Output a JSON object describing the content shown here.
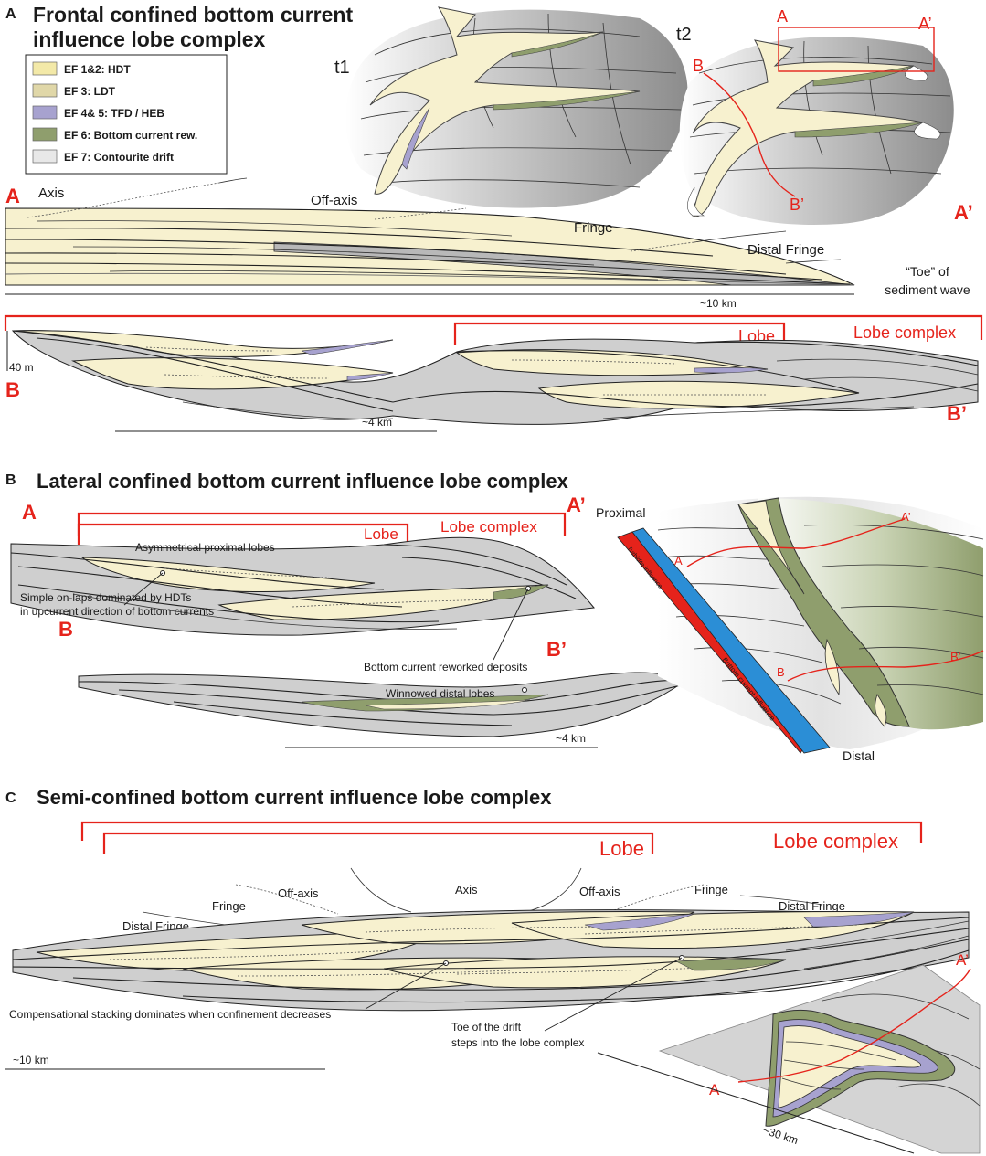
{
  "colors": {
    "ef12": "#f3e9a8",
    "ef3": "#e0d7a8",
    "ef45": "#a7a2cf",
    "ef6": "#8f9e6d",
    "ef7": "#e8e8e8",
    "red": "#e5231b",
    "blue": "#2b8ed6",
    "grey": "#c8c8c8",
    "darkgrey": "#9a9a9a",
    "sand": "#f7f1cf"
  },
  "panelA": {
    "letter": "A",
    "title_line1": "Frontal confined bottom current",
    "title_line2": "influence lobe complex",
    "t1": "t1",
    "t2": "t2",
    "legend": [
      {
        "label": "EF 1&2: HDT",
        "color": "#f3e9a8"
      },
      {
        "label": "EF 3: LDT",
        "color": "#e0d7a8"
      },
      {
        "label": "EF 4& 5: TFD / HEB",
        "color": "#a7a2cf"
      },
      {
        "label": "EF 6: Bottom current rew.",
        "color": "#8f9e6d"
      },
      {
        "label": "EF 7: Contourite drift",
        "color": "#e8e8e8"
      }
    ],
    "map_A": "A",
    "map_A_prime": "A’",
    "map_B": "B",
    "map_B_prime": "B’",
    "section_A": "A",
    "section_A_prime": "A’",
    "axis": "Axis",
    "off_axis": "Off-axis",
    "fringe": "Fringe",
    "distal_fringe": "Distal Fringe",
    "toe_line1": "“Toe” of",
    "toe_line2": "sediment wave",
    "scale_10km": "~10 km",
    "lobe": "Lobe",
    "lobe_complex": "Lobe complex",
    "vscale": "40 m",
    "section_B": "B",
    "section_B_prime": "B’",
    "scale_4km": "~4 km"
  },
  "panelB": {
    "letter": "B",
    "title": "Lateral confined bottom current influence lobe complex",
    "A": "A",
    "A_prime": "A’",
    "lobe": "Lobe",
    "lobe_complex": "Lobe complex",
    "asym": "Asymmetrical proximal lobes",
    "onlap_line1": "Simple on-laps dominated by HDTs",
    "onlap_line2": "in upcurrent direction of bottom currents",
    "B": "B",
    "B_prime": "B’",
    "reworked": "Bottom current reworked deposits",
    "winnowed": "Winnowed distal lobes",
    "scale_4km": "~4 km",
    "proximal": "Proximal",
    "distal": "Distal",
    "map_A": "A",
    "map_A_prime": "A’",
    "map_B": "B",
    "map_B_prime": "B’",
    "turbidite_influence": "Turbidite influence",
    "bottom_current_influence": "Bottom current influence"
  },
  "panelC": {
    "letter": "C",
    "title": "Semi-confined bottom current influence lobe complex",
    "lobe": "Lobe",
    "lobe_complex": "Lobe complex",
    "axis": "Axis",
    "off_axis_left": "Off-axis",
    "off_axis_right": "Off-axis",
    "fringe_left": "Fringe",
    "fringe_right": "Fringe",
    "distal_fringe_left": "Distal Fringe",
    "distal_fringe_right": "Distal Fringe",
    "compensational": "Compensational stacking dominates when confinement decreases",
    "toe_line1": "Toe of the drift",
    "toe_line2": "steps into the lobe complex",
    "scale_10km": "~10 km",
    "scale_30km": "~30 km",
    "map_A": "A",
    "map_A_prime": "A’"
  }
}
